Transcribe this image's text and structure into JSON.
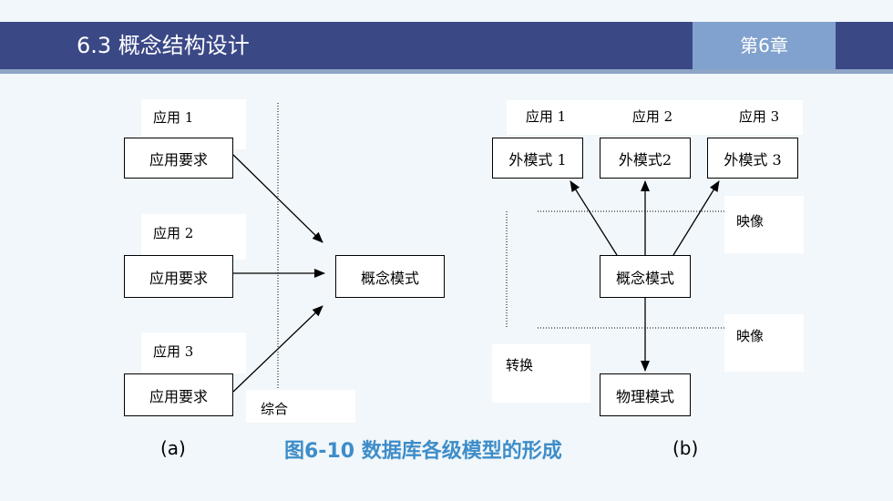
{
  "header": {
    "title": "6.3 概念结构设计",
    "chapter": "第6章"
  },
  "left": {
    "apps": [
      "应用 1",
      "应用 2",
      "应用 3"
    ],
    "req": "应用要求",
    "concept": "概念模式",
    "synth": "综合",
    "sub": "(a)"
  },
  "right": {
    "apps": [
      "应用 1",
      "应用 2",
      "应用 3"
    ],
    "ext": [
      "外模式 1",
      "外模式2",
      "外模式 3"
    ],
    "mapping": [
      "映像",
      "映像"
    ],
    "concept": "概念模式",
    "physical": "物理模式",
    "convert": "转换",
    "sub": "(b)"
  },
  "caption": "图6-10  数据库各级模型的形成"
}
